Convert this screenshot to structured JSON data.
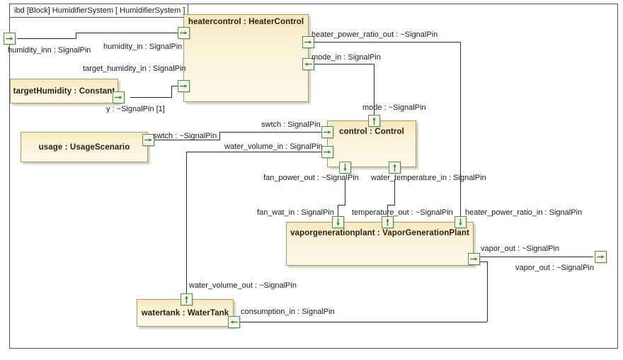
{
  "diagram": {
    "kind": "ibd",
    "stereotype": "[Block]",
    "name": "HumidifierSystem",
    "frame_name": "[ HumidifierSystem ]",
    "header": "ibd [Block] HumidifierSystem [ HumidifierSystem ]"
  },
  "colors": {
    "part_fill_top": "#f7e9bf",
    "part_fill_bottom": "#fdf8ea",
    "part_border": "#b09a5b",
    "port_border": "#5c8a4e",
    "port_fill": "#f2f7ea",
    "line": "#2b2b2b",
    "frame_border": "#555555",
    "text": "#1a1a1a"
  },
  "parts": [
    {
      "id": "heatercontrol",
      "label": "heatercontrol : HeaterControl"
    },
    {
      "id": "targetHumidity",
      "label": "targetHumidity : Constant"
    },
    {
      "id": "usage",
      "label": "usage : UsageScenario"
    },
    {
      "id": "control",
      "label": "control : Control"
    },
    {
      "id": "vaporgenerationplant",
      "label": "vaporgenerationplant : VaporGenerationPlant"
    },
    {
      "id": "watertank",
      "label": "watertank : WaterTank"
    }
  ],
  "port_labels": {
    "humidity_inn": "humidity_inn : SignalPin",
    "humidity_in": "humidity_in : SignalPin",
    "target_humidity_in": "target_humidity_in : SignalPin",
    "y_out": "y : ~SignalPin [1]",
    "heater_power_ratio_out": "heater_power_ratio_out : ~SignalPin",
    "mode_in": "mode_in : SignalPin",
    "mode_out": "mode : ~SignalPin",
    "swtch_out": "swtch : ~SignalPin",
    "swtch_in": "swtch : SignalPin",
    "water_volume_in": "water_volume_in : SignalPin",
    "fan_power_out": "fan_power_out : ~SignalPin",
    "water_temperature_in": "water_temperature_in : SignalPin",
    "fan_wat_in": "fan_wat_in : SignalPin",
    "temperature_out": "temperature_out : ~SignalPin",
    "heater_power_ratio_in": "heater_power_ratio_in : SignalPin",
    "vapor_out_part": "vapor_out : ~SignalPin",
    "vapor_out_boundary": "vapor_out : ~SignalPin",
    "water_volume_out": "water_volume_out : ~SignalPin",
    "consumption_in": "consumption_in : SignalPin"
  },
  "icons": {
    "port_arrow_right": "arrow-right-icon",
    "port_arrow_left": "arrow-left-icon",
    "port_arrow_up": "arrow-up-icon",
    "port_arrow_down": "arrow-down-icon"
  }
}
